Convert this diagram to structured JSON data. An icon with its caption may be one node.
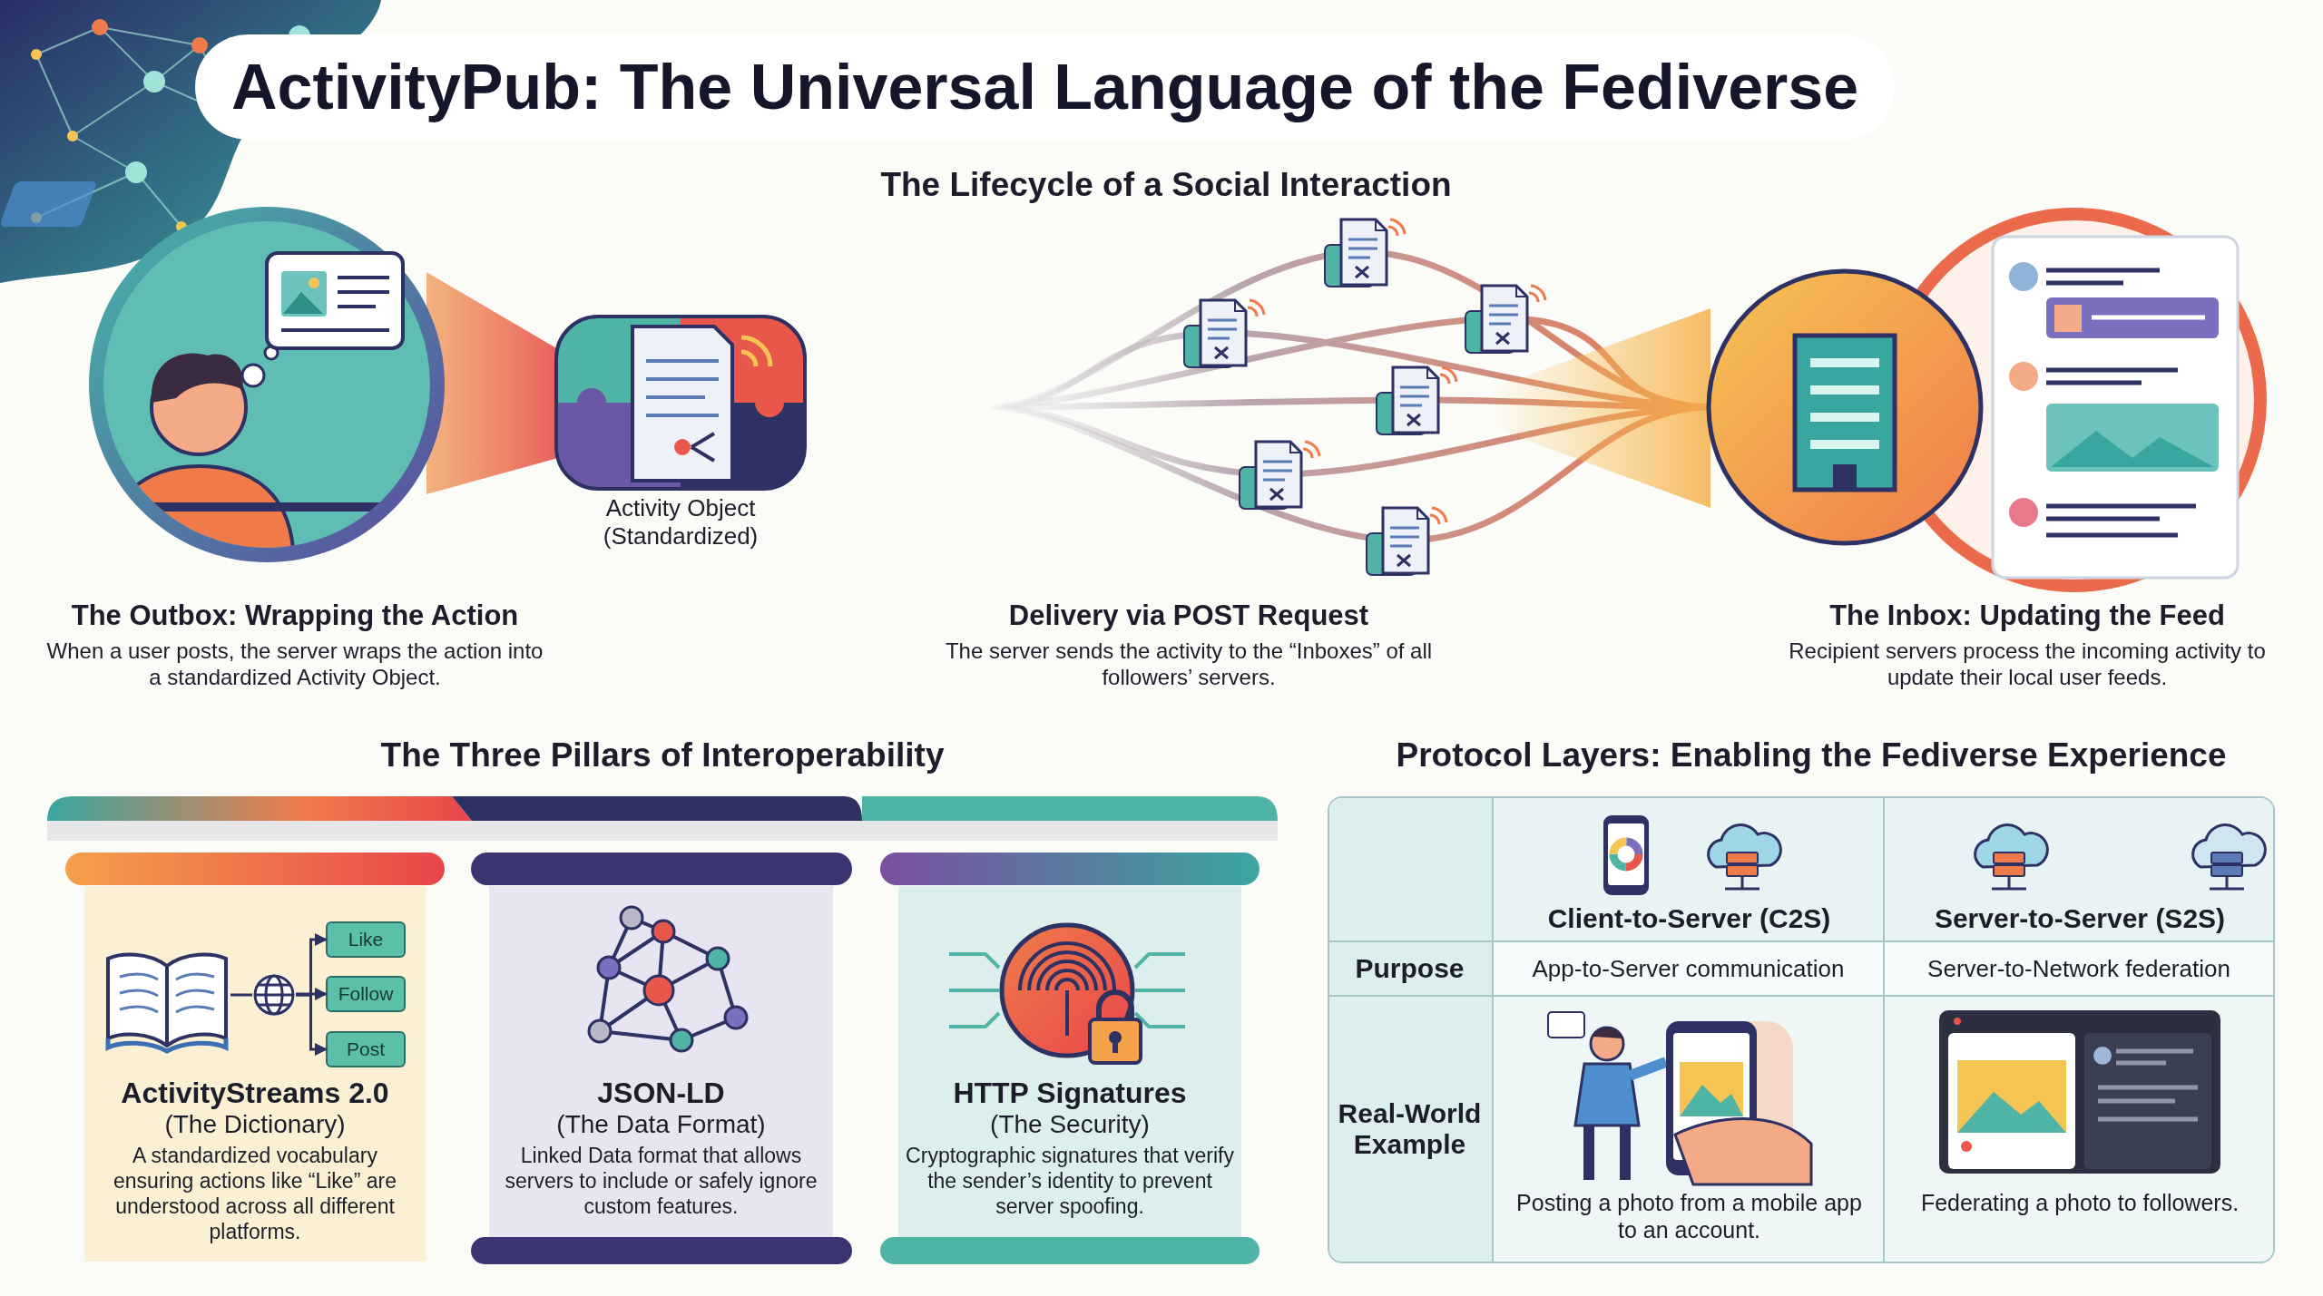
{
  "diagram": {
    "title": "ActivityPub: The Universal Language of the Fediverse",
    "nodes": [
      {
        "text": [
          "The Outbox: Wrapping the Action",
          "When a user posts, the server wraps the action into a standardized Activity Object."
        ]
      },
      {
        "text": [
          "Activity Object (Standardized)"
        ]
      },
      {
        "text": [
          "Delivery via POST Request",
          "The server sends the activity to the “Inboxes” of all followers’ servers."
        ]
      },
      {
        "text": [
          "The Inbox: Updating the Feed",
          "Recipient servers process the incoming activity to update their local user feeds."
        ]
      },
      {
        "text": [
          "ActivityStreams 2.0",
          "(The Dictionary)",
          "A standardized vocabulary ensuring actions like “Like” are understood across all different platforms."
        ]
      },
      {
        "text": [],
        "shape": "picture",
        "in": 4
      },
      {
        "text": [],
        "shape": "circle",
        "in": 4
      },
      {
        "text": [
          "Like"
        ],
        "in": 4
      },
      {
        "text": [
          "Follow"
        ],
        "in": 4
      },
      {
        "text": [
          "Post"
        ],
        "in": 4
      },
      {
        "text": [
          "JSON-LD",
          "(The Data Format)",
          "Linked Data format that allows servers to include or safely ignore custom features."
        ]
      },
      {
        "text": [
          "HTTP Signatures",
          "(The Security)",
          "Cryptographic signatures that verify the sender’s identity to prevent server spoofing."
        ]
      }
    ],
    "edges": [
      {
        "from": 5,
        "to": 6,
        "arrow": "none"
      },
      {
        "from": 6,
        "to": 7,
        "arrow": "to"
      },
      {
        "from": 6,
        "to": 8,
        "arrow": "to"
      },
      {
        "from": 6,
        "to": 9,
        "arrow": "to"
      }
    ],
    "labels": [
      "The Lifecycle of a Social Interaction",
      "The Three Pillars of Interoperability",
      "Protocol Layers: Enabling the Fediverse Experience",
      "Client-to-Server (C2S)",
      "Server-to-Server (S2S)",
      "Purpose",
      "App-to-Server communication",
      "Server-to-Network federation",
      "Real-World Example",
      "Posting a photo from a mobile app to an account.",
      "Federating a photo to followers."
    ]
  }
}
